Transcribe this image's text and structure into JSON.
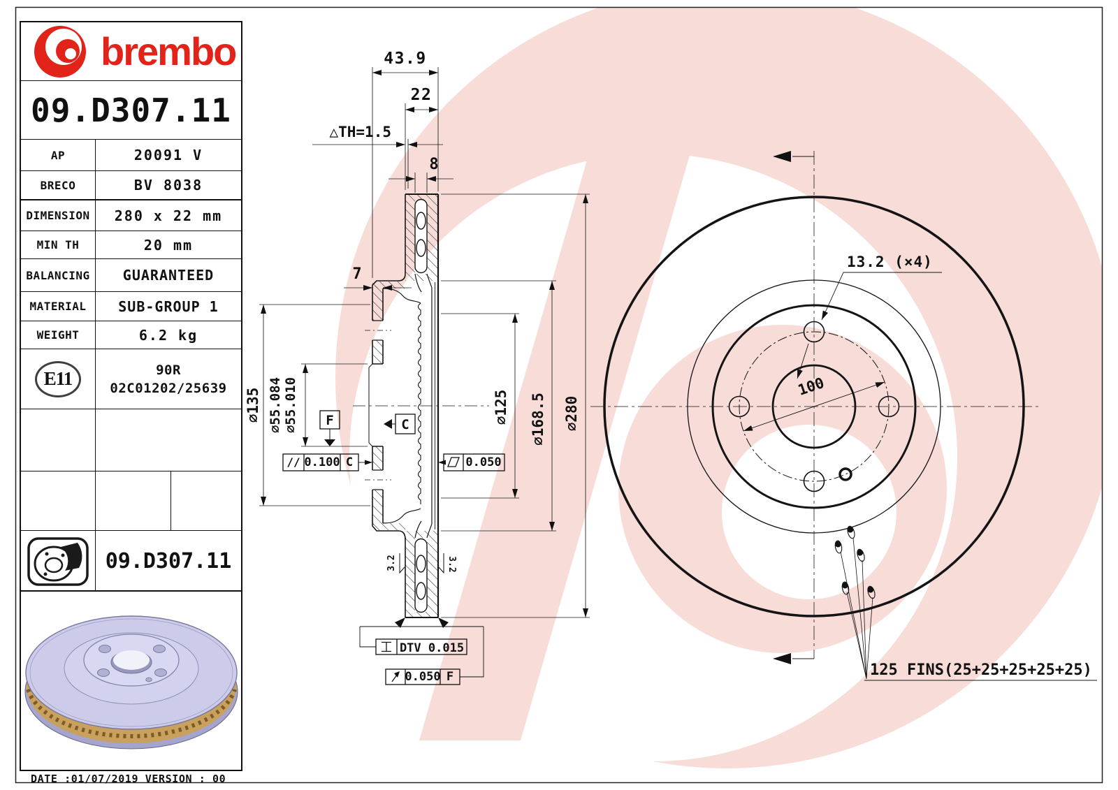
{
  "colors": {
    "brand_red": "#e2231a",
    "watermark_pink": "#f8dcd8",
    "line": "#161616",
    "disc_body": "#ccccea",
    "disc_fins_gold": "#c9a05c"
  },
  "brand": {
    "wordmark": "brembo"
  },
  "title_block": {
    "part_number": "09.D307.11",
    "specs": [
      {
        "label": "AP",
        "value": "20091 V"
      },
      {
        "label": "BRECO",
        "value": "BV 8038"
      },
      {
        "label": "DIMENSION",
        "value": "280 x 22 mm"
      },
      {
        "label": "MIN TH",
        "value": "20 mm"
      },
      {
        "label": "BALANCING",
        "value": "GUARANTEED"
      },
      {
        "label": "MATERIAL",
        "value": "SUB-GROUP 1"
      },
      {
        "label": "WEIGHT",
        "value": "6.2 kg"
      }
    ],
    "homologation": {
      "badge": "E11",
      "line1": "90R",
      "line2": "02C01202/25639"
    },
    "footer_part_number": "09.D307.11"
  },
  "footer": {
    "line": "DATE :01/07/2019 VERSION : 00"
  },
  "section_view": {
    "dim_overall_width": "43.9",
    "dim_disc_thickness": "22",
    "dim_th_wear": "△TH=1.5",
    "dim_vent_width": "8",
    "dim_flange_thickness": "7",
    "dia_flange": "∅135",
    "dia_bore_max": "∅55.084",
    "dia_bore_min": "∅55.010",
    "dia_band_inner": "∅125",
    "dia_contact": "∅168.5",
    "dia_outer": "∅280",
    "datum_f": "F",
    "datum_c": "C",
    "parallelism": {
      "symbol": "//",
      "value": "0.100",
      "datum": "C"
    },
    "flatness": {
      "symbol": "parallelogram",
      "value": "0.050"
    },
    "dtv": {
      "symbol": "i-beam",
      "value": "DTV 0.015"
    },
    "runout": {
      "symbol": "arrow",
      "value": "0.050",
      "datum": "F"
    },
    "roughness_left": "3.2",
    "roughness_right": "3.2"
  },
  "front_view": {
    "bolt_holes_label": "13.2 (×4)",
    "bolt_circle_diameter": "100",
    "fins_label": "125 FINS(25+25+25+25+25)"
  }
}
